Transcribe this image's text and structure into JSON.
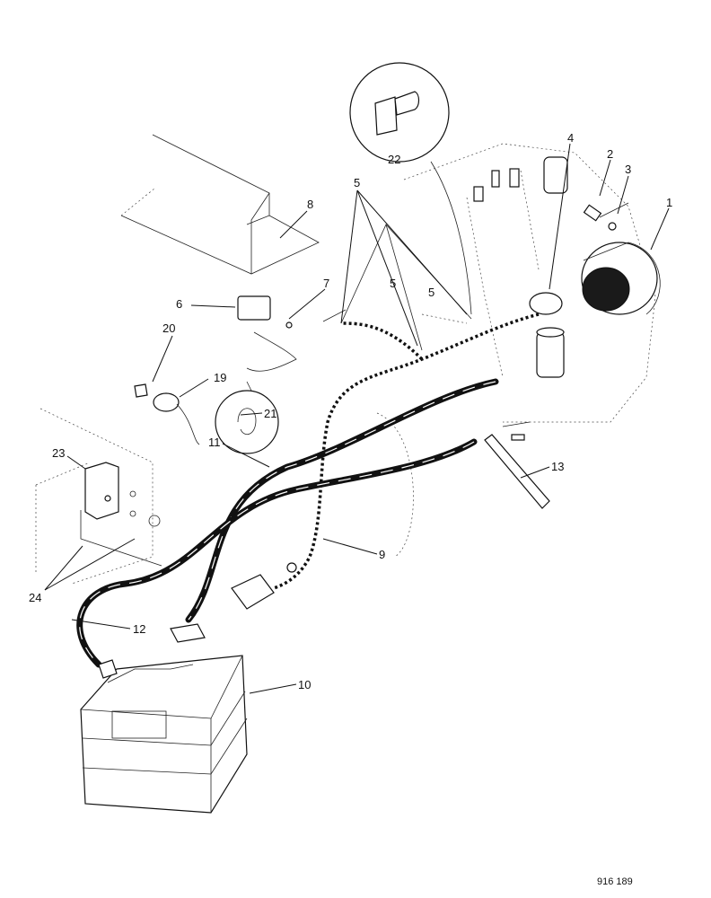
{
  "figure": {
    "reference_code": "916 189",
    "callouts": [
      {
        "id": "1",
        "label": "1"
      },
      {
        "id": "2",
        "label": "2"
      },
      {
        "id": "3",
        "label": "3"
      },
      {
        "id": "4",
        "label": "4"
      },
      {
        "id": "5a",
        "label": "5"
      },
      {
        "id": "5b",
        "label": "5"
      },
      {
        "id": "5c",
        "label": "5"
      },
      {
        "id": "6",
        "label": "6"
      },
      {
        "id": "7",
        "label": "7"
      },
      {
        "id": "8",
        "label": "8"
      },
      {
        "id": "9",
        "label": "9"
      },
      {
        "id": "10",
        "label": "10"
      },
      {
        "id": "11",
        "label": "11"
      },
      {
        "id": "12",
        "label": "12"
      },
      {
        "id": "13",
        "label": "13"
      },
      {
        "id": "19",
        "label": "19"
      },
      {
        "id": "20",
        "label": "20"
      },
      {
        "id": "21",
        "label": "21"
      },
      {
        "id": "22",
        "label": "22"
      },
      {
        "id": "23",
        "label": "23"
      },
      {
        "id": "24",
        "label": "24"
      }
    ]
  }
}
